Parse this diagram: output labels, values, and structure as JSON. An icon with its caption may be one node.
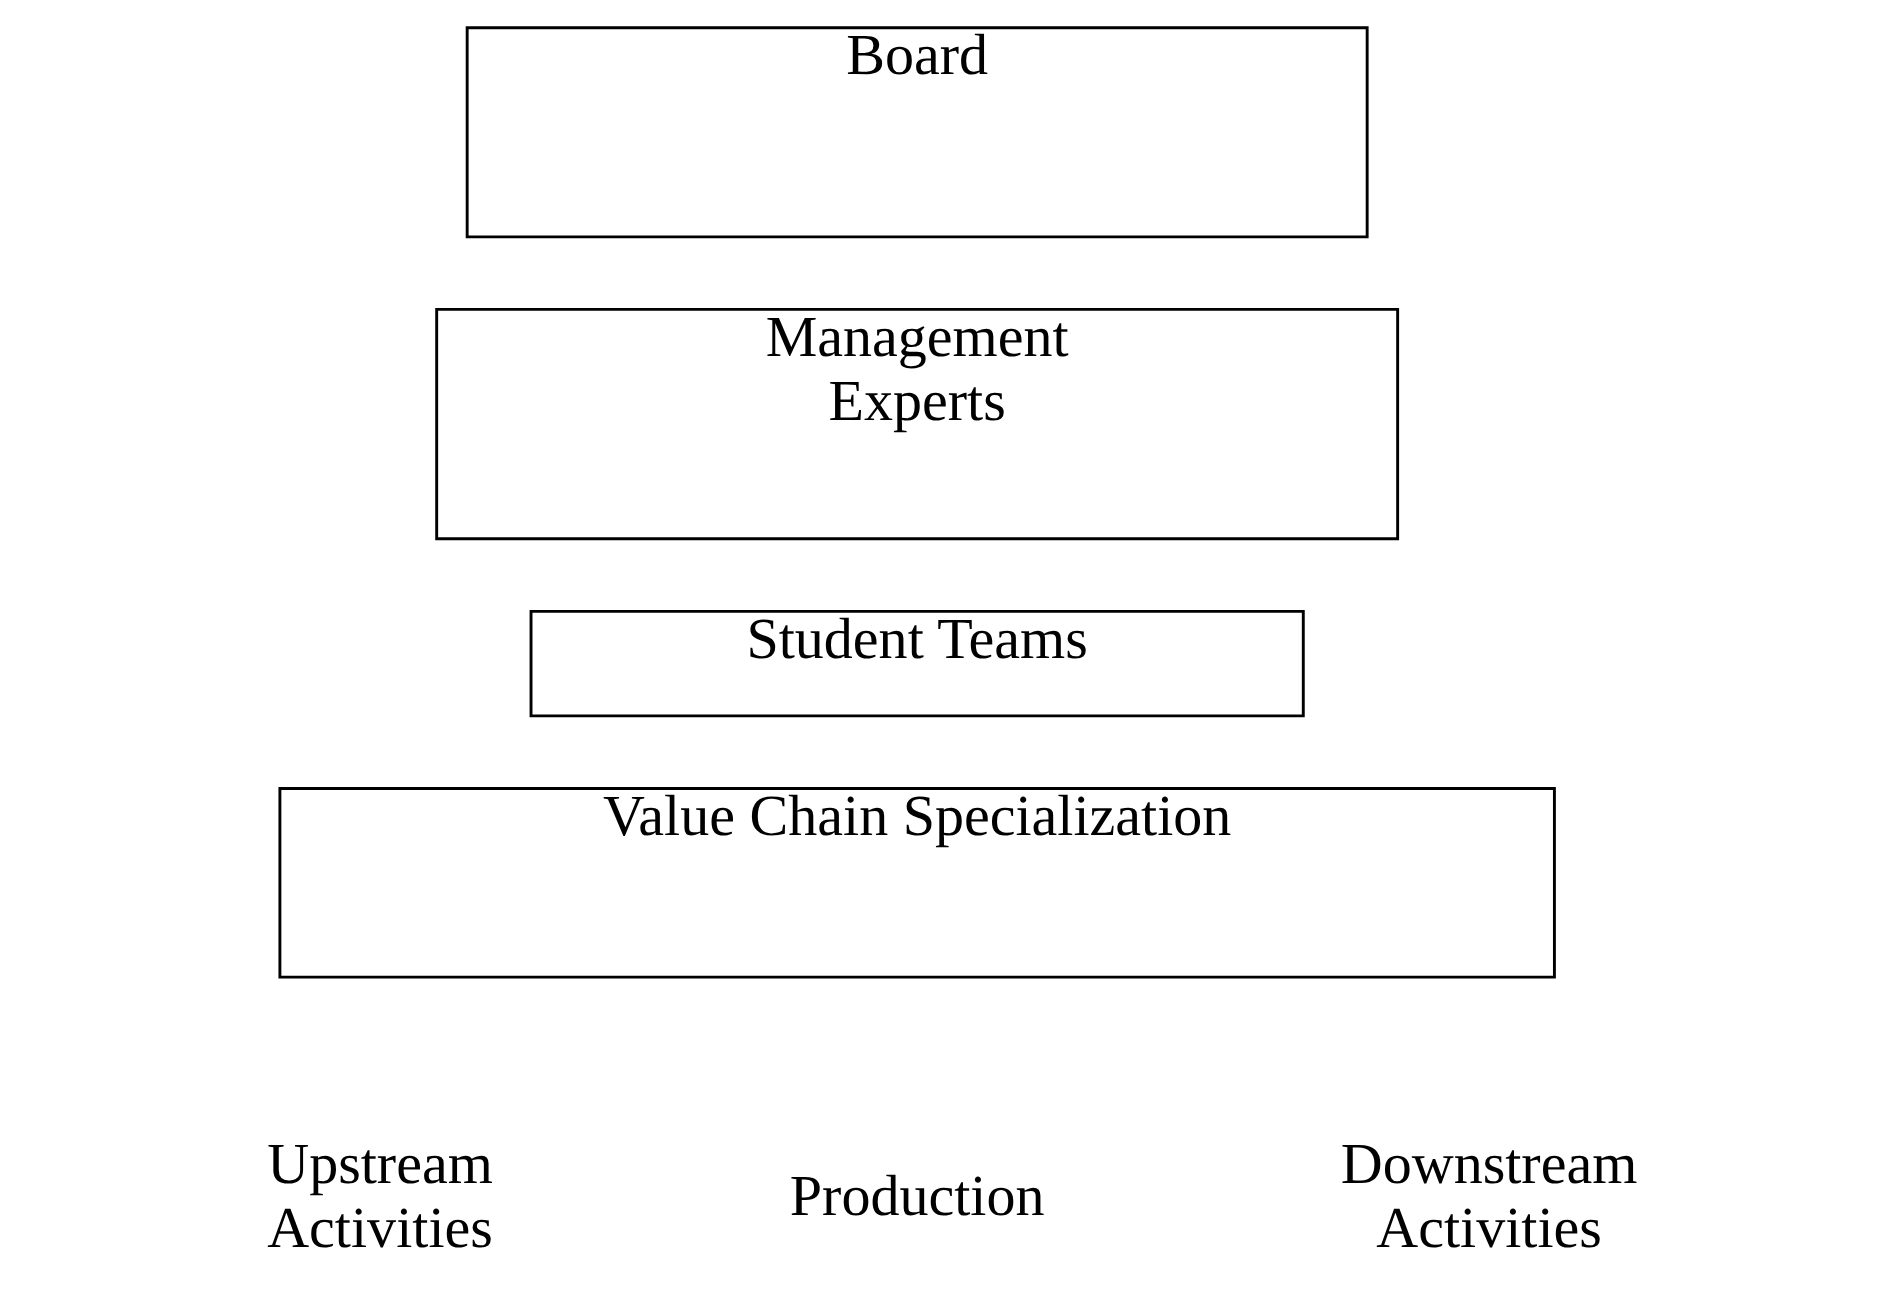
{
  "diagram": {
    "nodes": [
      {
        "text": [
          "Board"
        ]
      },
      {
        "text": [
          "Management Experts"
        ]
      },
      {
        "text": [
          "Student Teams"
        ]
      },
      {
        "text": [
          "Value Chain Specialization"
        ]
      }
    ],
    "labels": [
      "Upstream Activities",
      "Production",
      "Downstream Activities"
    ]
  }
}
